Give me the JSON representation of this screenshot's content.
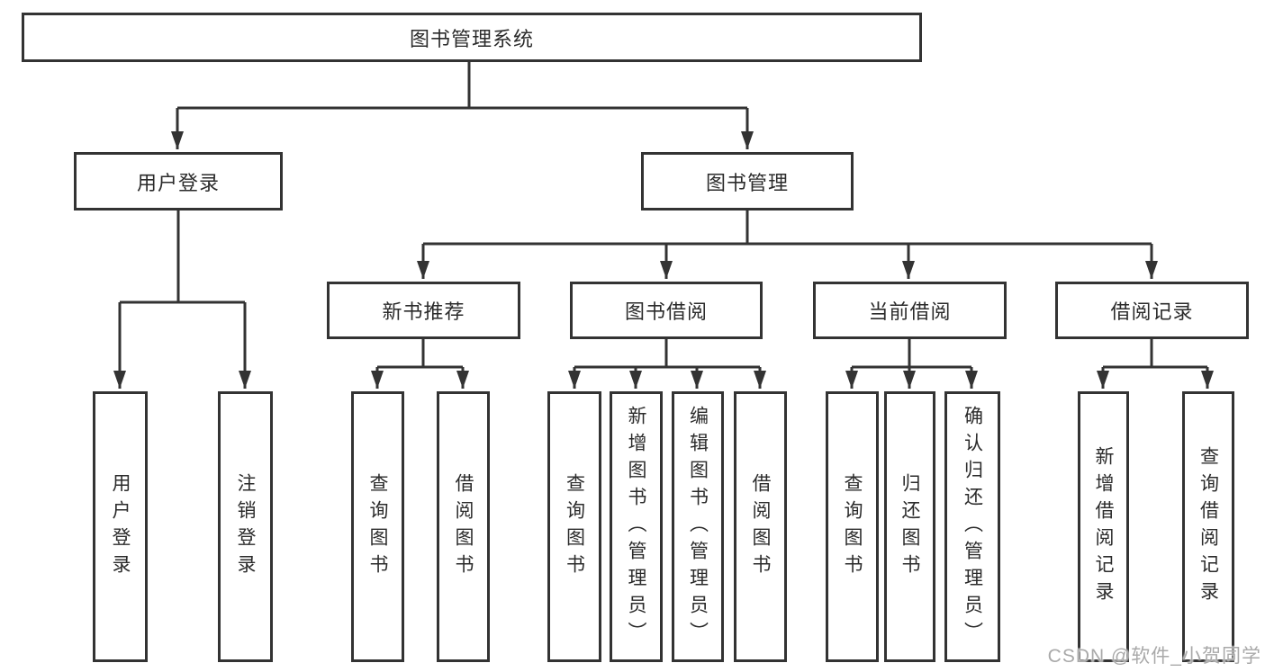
{
  "tree": {
    "root": {
      "label": "图书管理系统"
    },
    "user_login": {
      "label": "用户登录",
      "children": {
        "login": {
          "label": "用户登录"
        },
        "logout": {
          "label": "注销登录"
        }
      }
    },
    "book_mgmt": {
      "label": "图书管理",
      "children": {
        "new_book_rec": {
          "label": "新书推荐",
          "children": {
            "query": {
              "label": "查询图书"
            },
            "borrow": {
              "label": "借阅图书"
            }
          }
        },
        "book_borrow": {
          "label": "图书借阅",
          "children": {
            "query": {
              "label": "查询图书"
            },
            "add": {
              "label": "新增图书（管理员）"
            },
            "edit": {
              "label": "编辑图书（管理员）"
            },
            "borrow": {
              "label": "借阅图书"
            }
          }
        },
        "current_borrow": {
          "label": "当前借阅",
          "children": {
            "query": {
              "label": "查询图书"
            },
            "return": {
              "label": "归还图书"
            },
            "confirm": {
              "label": "确认归还（管理员）"
            }
          }
        },
        "borrow_record": {
          "label": "借阅记录",
          "children": {
            "add": {
              "label": "新增借阅记录"
            },
            "query": {
              "label": "查询借阅记录"
            }
          }
        }
      }
    }
  },
  "watermark": {
    "text": "CSDN @软件_小贺同学"
  },
  "colors": {
    "line": "#333333",
    "box_border": "#333333",
    "text": "#2b2b2b",
    "background": "#ffffff",
    "watermark": "#a9a9a9"
  }
}
